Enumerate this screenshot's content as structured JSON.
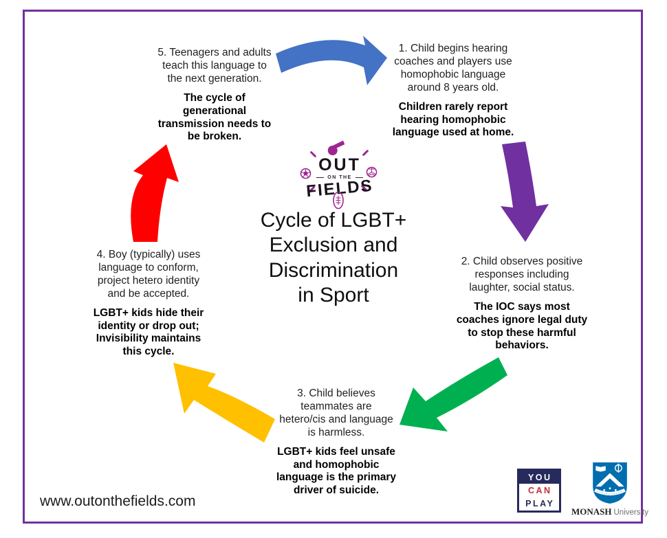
{
  "page": {
    "background": "#ffffff",
    "border_color": "#7030A0"
  },
  "center": {
    "logo": {
      "word_top": "OUT",
      "word_middle": "ON THE",
      "word_bottom": "FIELDS",
      "accent_color": "#9E2690",
      "icons": [
        "whistle-icon",
        "soccer-ball-icon",
        "volleyball-icon",
        "football-icon"
      ]
    },
    "title": "Cycle of LGBT+\nExclusion and\nDiscrimination\nin Sport"
  },
  "steps": [
    {
      "text": "1. Child begins hearing\ncoaches and players use\nhomophobic language\naround 8 years old.",
      "emphasis": "Children rarely report\nhearing homophobic\nlanguage used at home."
    },
    {
      "text": "2. Child observes positive\nresponses including\nlaughter, social status.",
      "emphasis": "The IOC says most\ncoaches ignore legal duty\nto stop these harmful\nbehaviors."
    },
    {
      "text": "3. Child believes\nteammates are\nhetero/cis and language\nis harmless.",
      "emphasis": "LGBT+ kids feel unsafe\nand homophobic\nlanguage is the primary\ndriver of suicide."
    },
    {
      "text": "4. Boy (typically) uses\nlanguage to conform,\nproject hetero identity\nand be accepted.",
      "emphasis": "LGBT+ kids hide their\nidentity or drop out;\nInvisibility maintains\nthis cycle."
    },
    {
      "text": "5. Teenagers and adults\nteach this language to\nthe next generation.",
      "emphasis": "The cycle of\ngenerational\ntransmission needs to\nbe broken."
    }
  ],
  "arrows": [
    {
      "name": "arrow-step5-to-step1",
      "color": "#4472C4"
    },
    {
      "name": "arrow-step1-to-step2",
      "color": "#7030A0"
    },
    {
      "name": "arrow-step2-to-step3",
      "color": "#00B050"
    },
    {
      "name": "arrow-step3-to-step4",
      "color": "#FFC000"
    },
    {
      "name": "arrow-step4-to-step5",
      "color": "#FF0000"
    }
  ],
  "footer": {
    "website": "www.outonthefields.com"
  },
  "partners": {
    "you_can_play": {
      "lines": [
        "YOU",
        "CAN",
        "PLAY"
      ],
      "navy": "#262A5C",
      "red": "#BE2F38"
    },
    "monash": {
      "name": "MONASH",
      "suffix": "University",
      "shield_color": "#006DAE"
    }
  }
}
